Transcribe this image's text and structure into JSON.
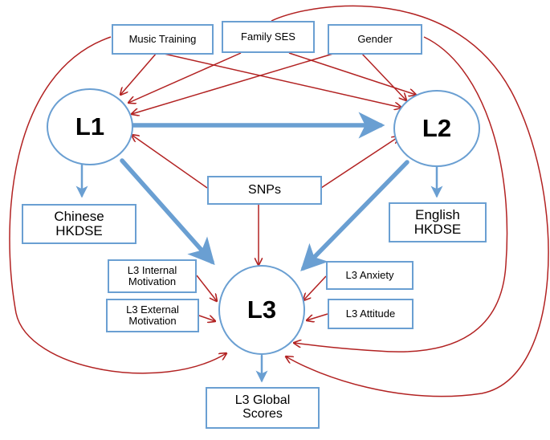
{
  "diagram": {
    "nodes": {
      "music_training": "Music Training",
      "family_ses": "Family SES",
      "gender": "Gender",
      "l1": "L1",
      "l2": "L2",
      "l3": "L3",
      "snps": "SNPs",
      "chinese_hkdse": [
        "Chinese",
        "HKDSE"
      ],
      "english_hkdse": [
        "English",
        "HKDSE"
      ],
      "l3_internal_motivation": [
        "L3 Internal",
        "Motivation"
      ],
      "l3_external_motivation": [
        "L3 External",
        "Motivation"
      ],
      "l3_anxiety": "L3 Anxiety",
      "l3_attitude": "L3 Attitude",
      "l3_global_scores": [
        "L3 Global",
        "Scores"
      ]
    },
    "colors": {
      "node_border": "#6a9fd2",
      "main_path": "#6a9fd2",
      "influence_arrow": "#b22222"
    }
  }
}
